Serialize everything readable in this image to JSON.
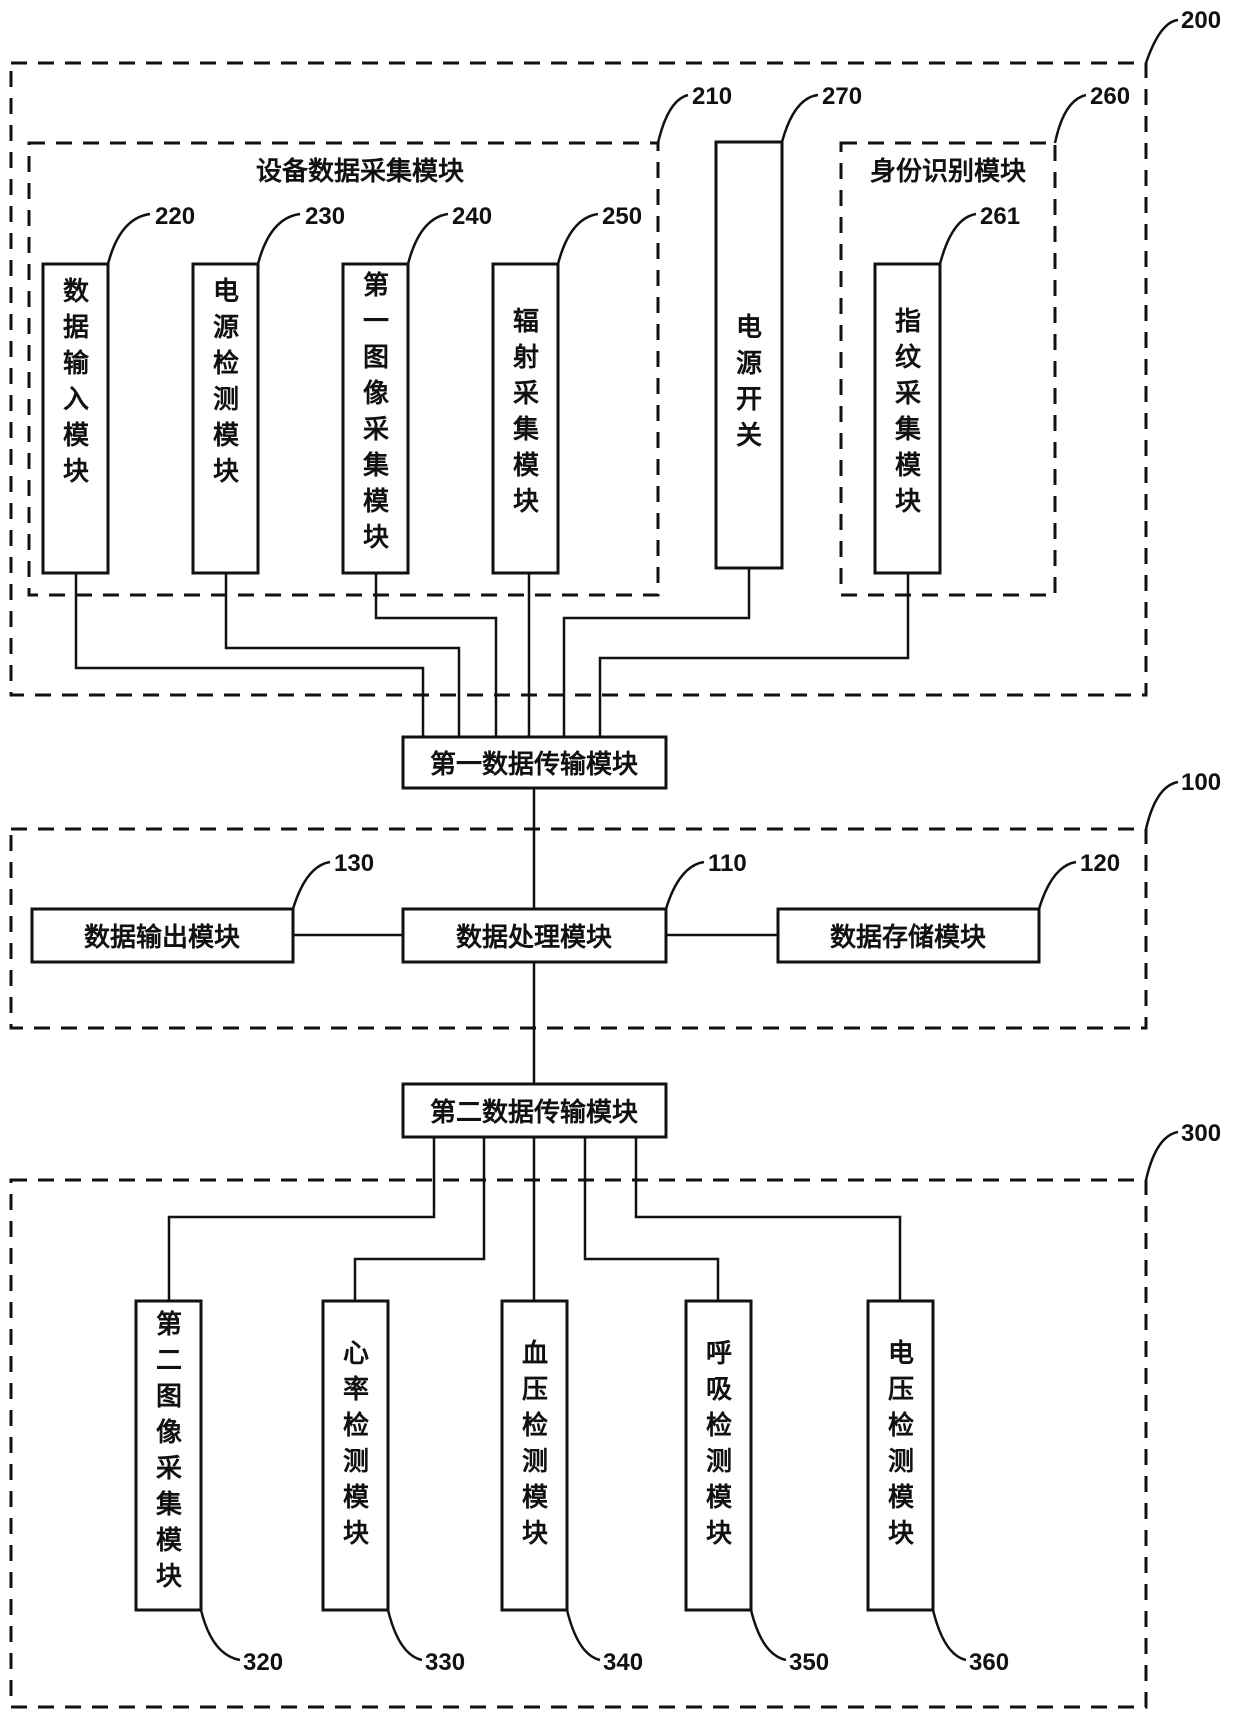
{
  "group_200": {
    "ref": "200",
    "equipment_data_group": {
      "ref": "210",
      "title": "设备数据采集模块"
    },
    "identity_group": {
      "ref": "260",
      "title": "身份识别模块"
    },
    "modules": [
      {
        "ref": "220",
        "label": "数据输入模块"
      },
      {
        "ref": "230",
        "label": "电源检测模块"
      },
      {
        "ref": "240",
        "label": "第一图像采集模块"
      },
      {
        "ref": "250",
        "label": "辐射采集模块"
      },
      {
        "ref": "270",
        "label": "电源开关"
      },
      {
        "ref": "261",
        "label": "指纹采集模块"
      }
    ]
  },
  "first_transfer": {
    "label": "第一数据传输模块"
  },
  "group_100": {
    "ref": "100",
    "modules": [
      {
        "ref": "130",
        "label": "数据输出模块"
      },
      {
        "ref": "110",
        "label": "数据处理模块"
      },
      {
        "ref": "120",
        "label": "数据存储模块"
      }
    ]
  },
  "second_transfer": {
    "label": "第二数据传输模块"
  },
  "group_300": {
    "ref": "300",
    "modules": [
      {
        "ref": "320",
        "label": "第二图像采集模块"
      },
      {
        "ref": "330",
        "label": "心率检测模块"
      },
      {
        "ref": "340",
        "label": "血压检测模块"
      },
      {
        "ref": "350",
        "label": "呼吸检测模块"
      },
      {
        "ref": "360",
        "label": "电压检测模块"
      }
    ]
  }
}
